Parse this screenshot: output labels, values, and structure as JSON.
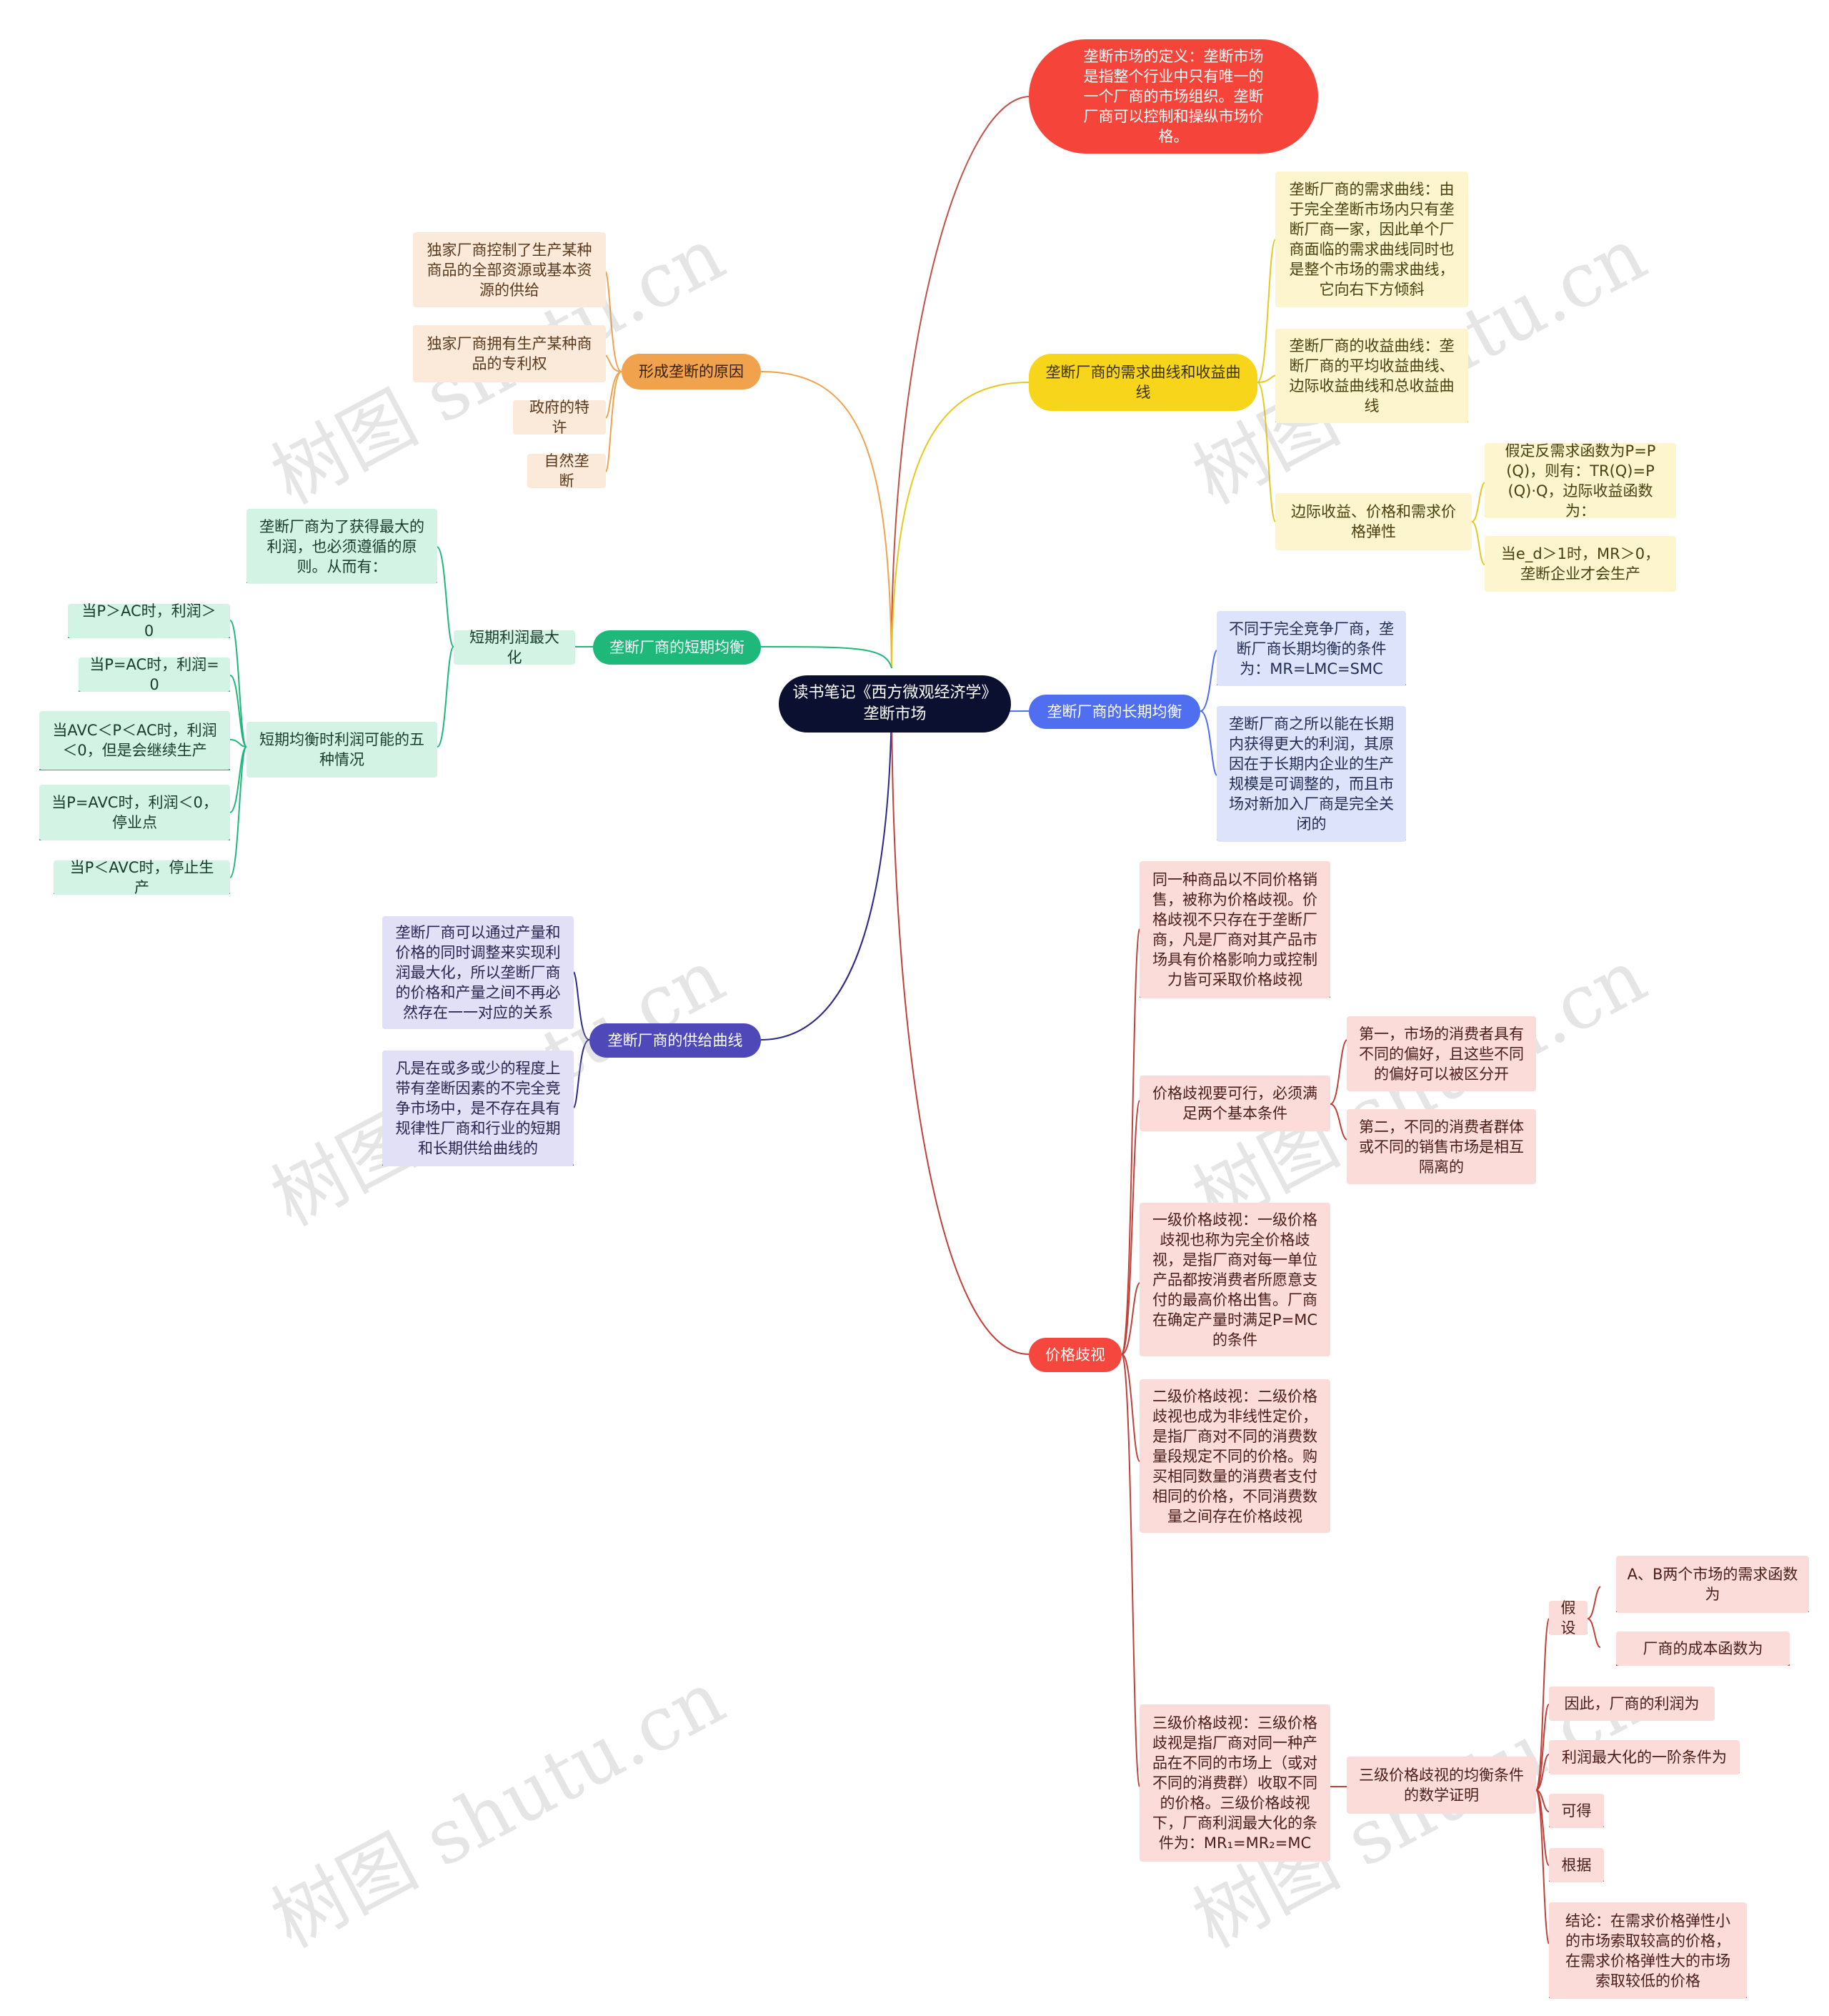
{
  "root": "读书笔记《西方微观经济学》垄断市场",
  "definition": "垄断市场的定义：垄断市场是指整个行业中只有唯一的一个厂商的市场组织。垄断厂商可以控制和操纵市场价格。",
  "causes": {
    "title": "形成垄断的原因",
    "items": [
      "独家厂商控制了生产某种商品的全部资源或基本资源的供给",
      "独家厂商拥有生产某种商品的专利权",
      "政府的特许",
      "自然垄断"
    ]
  },
  "demand": {
    "title": "垄断厂商的需求曲线和收益曲线",
    "item1": "垄断厂商的需求曲线：由于完全垄断市场内只有垄断厂商一家，因此单个厂商面临的需求曲线同时也是整个市场的需求曲线，它向右下方倾斜",
    "item2": "垄断厂商的收益曲线：垄断厂商的平均收益曲线、边际收益曲线和总收益曲线",
    "item3": "边际收益、价格和需求价格弹性",
    "item3_sub": [
      "假定反需求函数为P=P(Q)，则有：TR(Q)=P(Q)·Q，边际收益函数为：",
      "当e_d＞1时，MR＞0，垄断企业才会生产"
    ]
  },
  "short_run": {
    "title": "垄断厂商的短期均衡",
    "sub": "短期利润最大化",
    "sub_items": [
      "垄断厂商为了获得最大的利润，也必须遵循的原则。从而有：",
      "短期均衡时利润可能的五种情况"
    ],
    "cases": [
      "当P＞AC时，利润＞0",
      "当P=AC时，利润=0",
      "当AVC＜P＜AC时，利润＜0，但是会继续生产",
      "当P=AVC时，利润＜0，停业点",
      "当P＜AVC时，停止生产"
    ]
  },
  "long_run": {
    "title": "垄断厂商的长期均衡",
    "items": [
      "不同于完全竞争厂商，垄断厂商长期均衡的条件为：MR=LMC=SMC",
      "垄断厂商之所以能在长期内获得更大的利润，其原因在于长期内企业的生产规模是可调整的，而且市场对新加入厂商是完全关闭的"
    ]
  },
  "supply": {
    "title": "垄断厂商的供给曲线",
    "items": [
      "垄断厂商可以通过产量和价格的同时调整来实现利润最大化，所以垄断厂商的价格和产量之间不再必然存在一一对应的关系",
      "凡是在或多或少的程度上带有垄断因素的不完全竞争市场中，是不存在具有规律性厂商和行业的短期和长期供给曲线的"
    ]
  },
  "discrimination": {
    "title": "价格歧视",
    "definition": "同一种商品以不同价格销售，被称为价格歧视。价格歧视不只存在于垄断厂商，凡是厂商对其产品市场具有价格影响力或控制力皆可采取价格歧视",
    "conditions": "价格歧视要可行，必须满足两个基本条件",
    "condition_items": [
      "第一，市场的消费者具有不同的偏好，且这些不同的偏好可以被区分开",
      "第二，不同的消费者群体或不同的销售市场是相互隔离的"
    ],
    "first": "一级价格歧视：一级价格歧视也称为完全价格歧视，是指厂商对每一单位产品都按消费者所愿意支付的最高价格出售。厂商在确定产量时满足P=MC的条件",
    "second": "二级价格歧视：二级价格歧视也成为非线性定价，是指厂商对不同的消费数量段规定不同的价格。购买相同数量的消费者支付相同的价格，不同消费数量之间存在价格歧视",
    "third": "三级价格歧视：三级价格歧视是指厂商对同一种产品在不同的市场上（或对不同的消费群）收取不同的价格。三级价格歧视下，厂商利润最大化的条件为：MR₁=MR₂=MC",
    "proof": "三级价格歧视的均衡条件的数学证明",
    "proof_items": [
      "假设",
      "因此，厂商的利润为",
      "利润最大化的一阶条件为",
      "可得",
      "根据",
      "结论：在需求价格弹性小的市场索取较高的价格，在需求价格弹性大的市场索取较低的价格"
    ],
    "assume_items": [
      "A、B两个市场的需求函数为",
      "厂商的成本函数为"
    ]
  },
  "watermark": "树图 shutu.cn",
  "colors": {
    "orange": "#f0a24d",
    "yellow": "#e8c81e",
    "green": "#1eb87b",
    "blue": "#4f6ef0",
    "purple": "#2d2a8a",
    "red": "#e0453c",
    "darkred": "#b84030"
  }
}
